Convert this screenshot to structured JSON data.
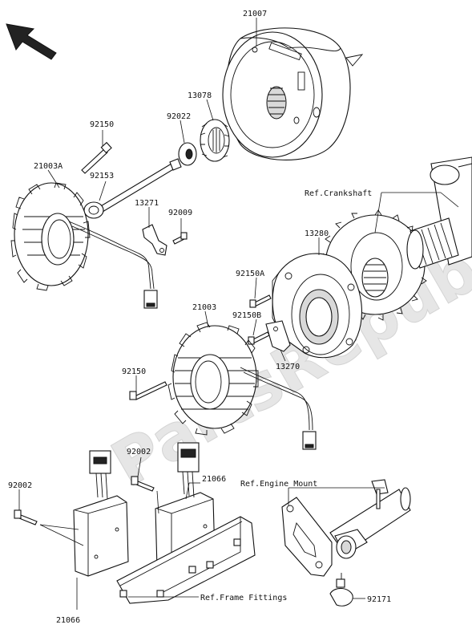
{
  "watermark": "PartsRepublik",
  "callouts": {
    "p21007": "21007",
    "p13078": "13078",
    "p92022": "92022",
    "p92150_top": "92150",
    "p21003A": "21003A",
    "p92153": "92153",
    "p13271": "13271",
    "p92009": "92009",
    "ref_crankshaft": "Ref.Crankshaft",
    "p13280": "13280",
    "p92150A": "92150A",
    "p21003": "21003",
    "p92150B": "92150B",
    "p13270": "13270",
    "p92150_mid": "92150",
    "p92002_mid": "92002",
    "p92002_left": "92002",
    "p21066_top": "21066",
    "ref_engine_mount": "Ref.Engine Mount",
    "p21066_bottom": "21066",
    "ref_frame_fittings": "Ref.Frame Fittings",
    "p92171": "92171"
  },
  "icons": {
    "direction_arrow": "arrow-up-left-icon"
  }
}
